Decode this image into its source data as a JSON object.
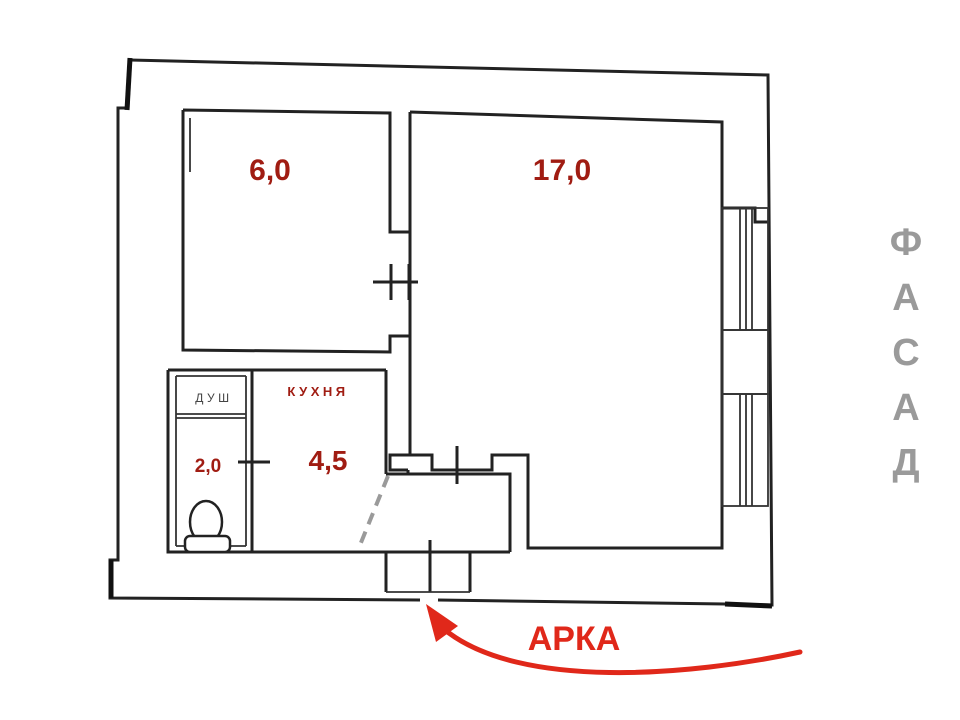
{
  "rooms": {
    "room_small": "6,0",
    "room_large": "17,0",
    "kitchen_title": "КУХНЯ",
    "kitchen_area": "4,5",
    "shower_title": "ДУШ",
    "bathroom_area": "2,0"
  },
  "facade": [
    "Ф",
    "А",
    "С",
    "А",
    "Д"
  ],
  "arch_label": "АРКА",
  "colors": {
    "room_text": "#a01c12",
    "facade_text": "#9a9a9a",
    "arch_arrow": "#e0281a",
    "walls": "#222222"
  }
}
